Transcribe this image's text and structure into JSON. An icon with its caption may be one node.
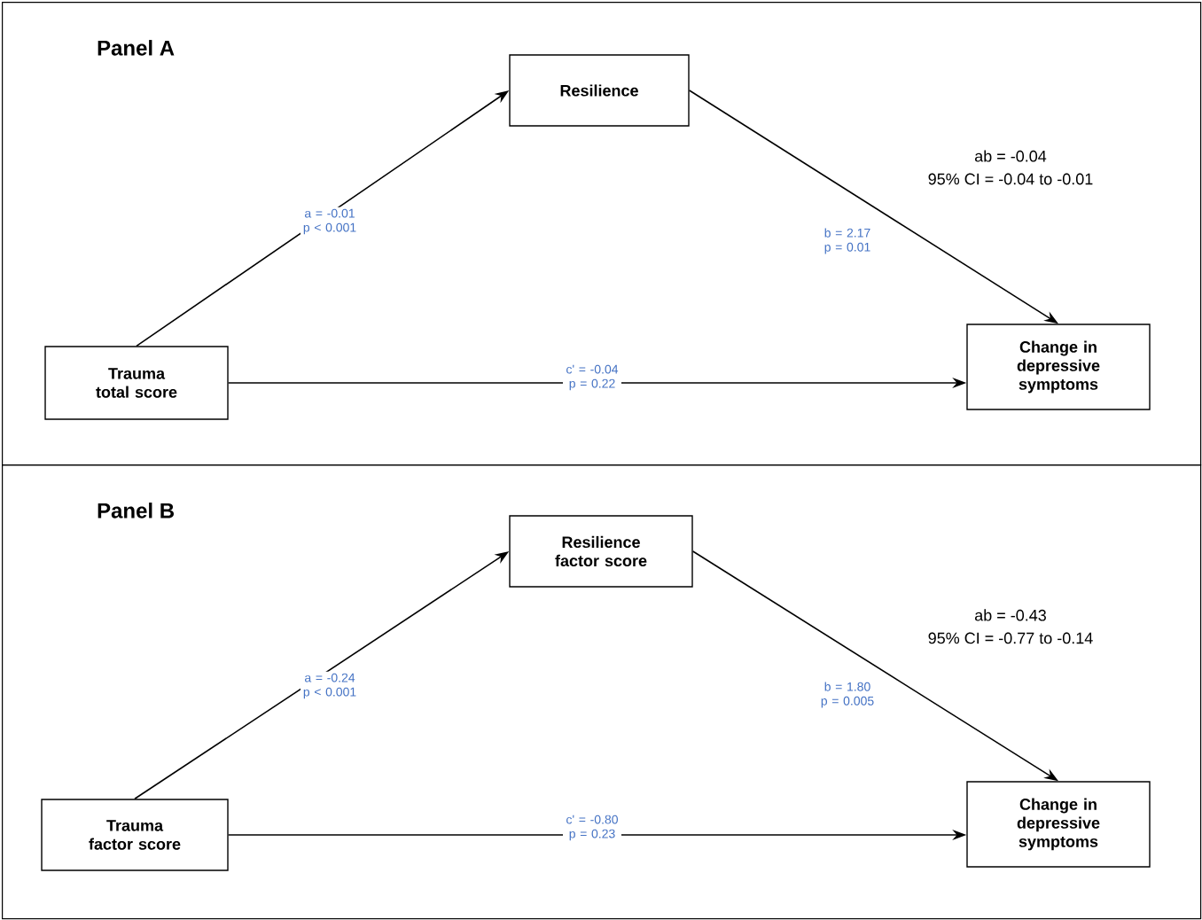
{
  "diagram": {
    "nodes": [
      {
        "text": [
          "Panel A"
        ]
      },
      {
        "text": [
          "Trauma total score"
        ],
        "in": 0
      },
      {
        "text": [
          "Resilience"
        ],
        "in": 0
      },
      {
        "text": [
          "Change in depressive symptoms"
        ],
        "in": 0
      },
      {
        "text": [
          "Panel B"
        ]
      },
      {
        "text": [
          "Trauma factor score"
        ],
        "in": 4
      },
      {
        "text": [
          "Resilience factor score"
        ],
        "in": 4
      },
      {
        "text": [
          "Change in depressive symptoms"
        ],
        "in": 4
      }
    ],
    "edges": [
      {
        "from": 1,
        "to": 2,
        "arrow": "to",
        "label": "a = -0.01 p < 0.001"
      },
      {
        "from": 2,
        "to": 3,
        "arrow": "to",
        "label": "b = 2.17 p = 0.01"
      },
      {
        "from": 1,
        "to": 3,
        "arrow": "to",
        "label": "c' = -0.04 p = 0.22"
      },
      {
        "from": 5,
        "to": 6,
        "arrow": "to",
        "label": "a = -0.24 p < 0.001"
      },
      {
        "from": 6,
        "to": 7,
        "arrow": "to",
        "label": "b = 1.80 p = 0.005"
      },
      {
        "from": 5,
        "to": 7,
        "arrow": "to",
        "label": "c' = -0.80 p = 0.23"
      }
    ],
    "labels": [
      "ab = -0.04",
      "95% CI = -0.04 to -0.01",
      "ab = -0.43",
      "95% CI = -0.77 to -0.14"
    ]
  }
}
